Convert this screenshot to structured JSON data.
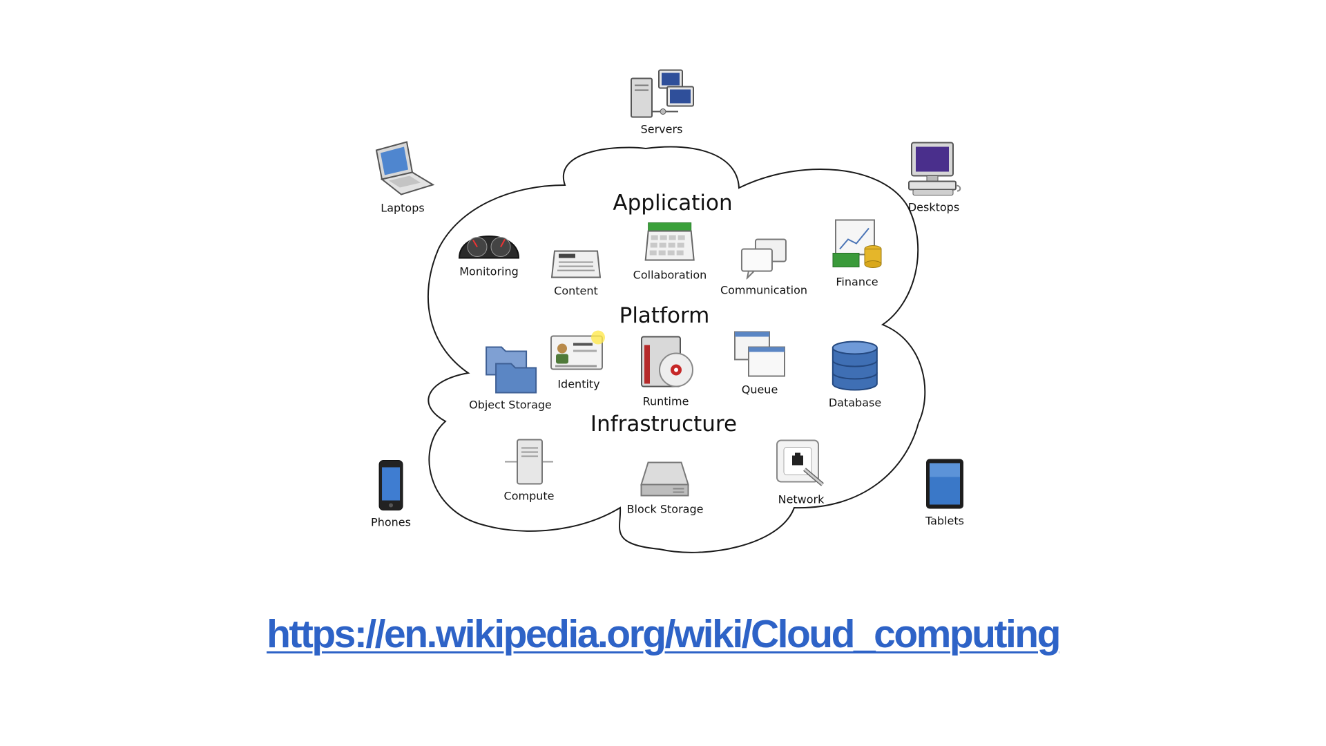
{
  "diagram": {
    "layers": {
      "application": "Application",
      "platform": "Platform",
      "infrastructure": "Infrastructure"
    },
    "devices": {
      "servers": "Servers",
      "laptops": "Laptops",
      "desktops": "Desktops",
      "phones": "Phones",
      "tablets": "Tablets"
    },
    "services": {
      "monitoring": "Monitoring",
      "content": "Content",
      "collaboration": "Collaboration",
      "communication": "Communication",
      "finance": "Finance",
      "object_storage": "Object Storage",
      "identity": "Identity",
      "runtime": "Runtime",
      "queue": "Queue",
      "database": "Database",
      "compute": "Compute",
      "block_storage": "Block Storage",
      "network": "Network"
    },
    "icons": {
      "servers": "servers-icon",
      "laptops": "laptop-icon",
      "desktops": "desktop-icon",
      "phones": "phone-icon",
      "tablets": "tablet-icon",
      "monitoring": "dashboard-gauge-icon",
      "content": "newspaper-icon",
      "collaboration": "calendar-icon",
      "communication": "chat-bubbles-icon",
      "finance": "finance-chart-coins-icon",
      "object_storage": "folders-icon",
      "identity": "id-card-icon",
      "runtime": "runtime-disc-icon",
      "queue": "queue-windows-icon",
      "database": "database-cylinder-icon",
      "compute": "server-tower-icon",
      "block_storage": "hard-drive-icon",
      "network": "network-socket-icon"
    },
    "colors": {
      "link": "#2e63c7",
      "cloud_outline": "#1a1a1a",
      "folder_blue": "#5b86c4",
      "database_blue": "#3f6fb4",
      "calendar_green": "#3aa03a"
    }
  },
  "source_link": {
    "text": "https://en.wikipedia.org/wiki/Cloud_computing"
  }
}
